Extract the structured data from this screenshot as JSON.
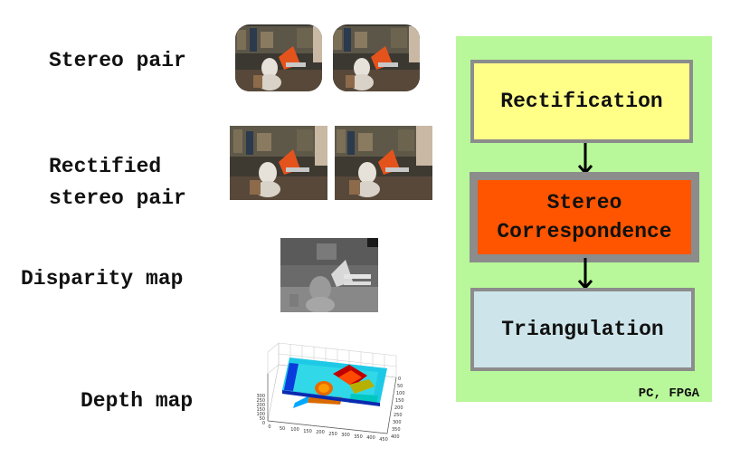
{
  "labels": {
    "stereo_pair": "Stereo pair",
    "rectified_line1": "Rectified",
    "rectified_line2": "stereo pair",
    "disparity_map": "Disparity map",
    "depth_map": "Depth map"
  },
  "pipeline": {
    "stage1": "Rectification",
    "stage2_line1": "Stereo",
    "stage2_line2": "Correspondence",
    "stage3": "Triangulation",
    "footer": "PC, FPGA"
  },
  "colors": {
    "panel_bg": "#b8f79a",
    "rectification_fill": "#ffff88",
    "correspondence_fill": "#ff5500",
    "triangulation_fill": "#cde5ea",
    "box_border": "#8c8c8c"
  },
  "depth_axes": {
    "y_ticks": [
      "300",
      "250",
      "200",
      "150",
      "100",
      "50",
      "0"
    ],
    "x_ticks": [
      "0",
      "50",
      "100",
      "150",
      "200",
      "250",
      "300",
      "350",
      "400",
      "450"
    ],
    "z_ticks": [
      "0",
      "50",
      "100",
      "150",
      "200",
      "250",
      "300",
      "350",
      "400"
    ]
  }
}
